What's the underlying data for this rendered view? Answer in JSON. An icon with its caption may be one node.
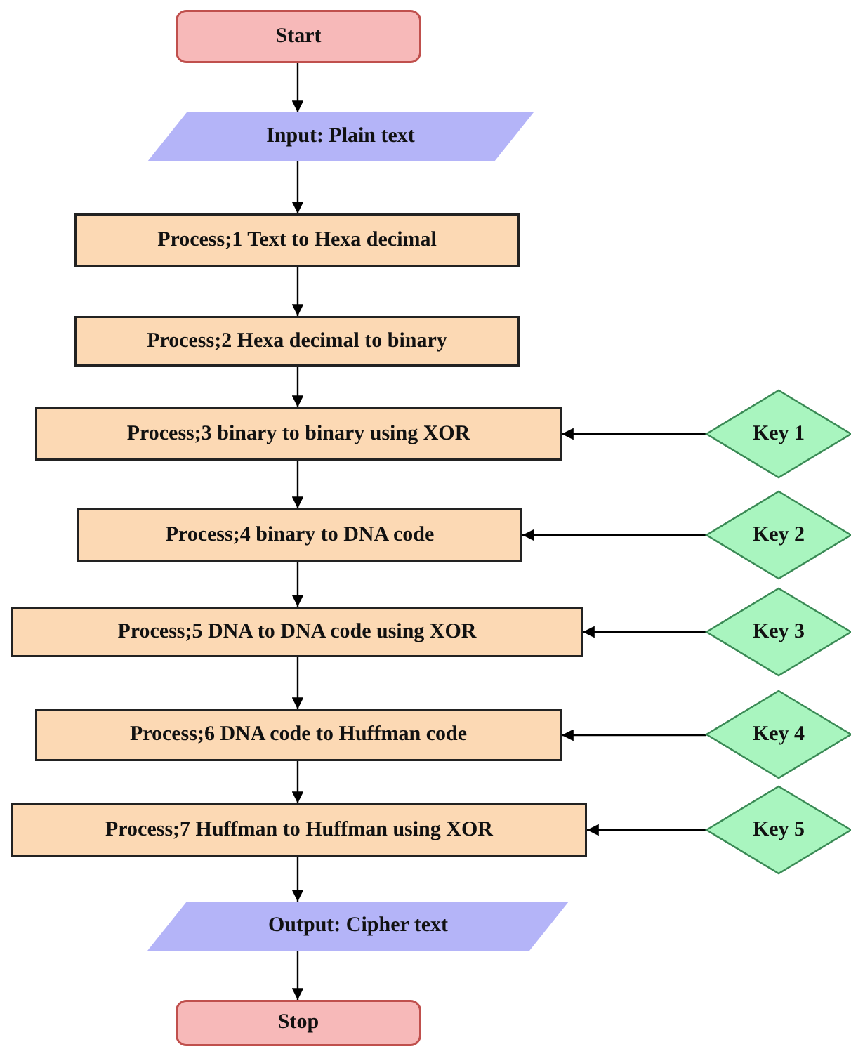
{
  "diagram": {
    "nodes": [
      {
        "text": [
          "Start"
        ]
      },
      {
        "text": [
          "Input: Plain text"
        ]
      },
      {
        "text": [
          "Process;1 Text to Hexa decimal"
        ]
      },
      {
        "text": [
          "Process;2 Hexa decimal to binary"
        ]
      },
      {
        "text": [
          "Process;3 binary to binary using XOR"
        ]
      },
      {
        "text": [
          "Process;4 binary to DNA code"
        ]
      },
      {
        "text": [
          "Process;5 DNA to DNA code using XOR"
        ]
      },
      {
        "text": [
          "Process;6 DNA code to Huffman code"
        ]
      },
      {
        "text": [
          "Process;7 Huffman to Huffman using XOR"
        ]
      },
      {
        "text": [
          "Output: Cipher text"
        ]
      },
      {
        "text": [
          "Stop"
        ]
      },
      {
        "text": [
          "Key 1"
        ]
      },
      {
        "text": [
          "Key 2"
        ]
      },
      {
        "text": [
          "Key 3"
        ]
      },
      {
        "text": [
          "Key 4"
        ]
      },
      {
        "text": [
          "Key 5"
        ]
      }
    ],
    "edges": [
      {
        "from": 0,
        "to": 1,
        "arrow": "to"
      },
      {
        "from": 1,
        "to": 2,
        "arrow": "to"
      },
      {
        "from": 2,
        "to": 3,
        "arrow": "to"
      },
      {
        "from": 3,
        "to": 4,
        "arrow": "to"
      },
      {
        "from": 4,
        "to": 5,
        "arrow": "to"
      },
      {
        "from": 5,
        "to": 6,
        "arrow": "to"
      },
      {
        "from": 6,
        "to": 7,
        "arrow": "to"
      },
      {
        "from": 7,
        "to": 8,
        "arrow": "to"
      },
      {
        "from": 8,
        "to": 9,
        "arrow": "to"
      },
      {
        "from": 9,
        "to": 10,
        "arrow": "to"
      },
      {
        "from": 11,
        "to": 4,
        "arrow": "to"
      },
      {
        "from": 12,
        "to": 5,
        "arrow": "to"
      },
      {
        "from": 13,
        "to": 6,
        "arrow": "to"
      },
      {
        "from": 14,
        "to": 7,
        "arrow": "to"
      },
      {
        "from": 15,
        "to": 8,
        "arrow": "to"
      }
    ]
  }
}
